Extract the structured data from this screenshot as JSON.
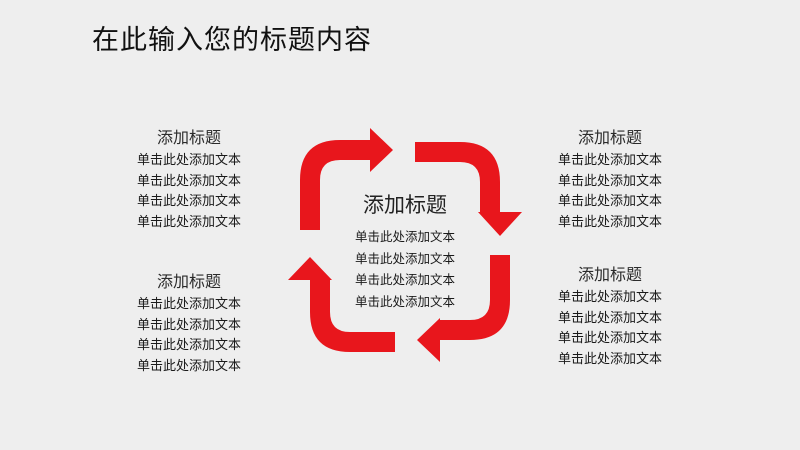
{
  "slide": {
    "title": "在此输入您的标题内容"
  },
  "blocks": {
    "top_left": {
      "heading": "添加标题",
      "lines": [
        "单击此处添加文本",
        "单击此处添加文本",
        "单击此处添加文本",
        "单击此处添加文本"
      ]
    },
    "bottom_left": {
      "heading": "添加标题",
      "lines": [
        "单击此处添加文本",
        "单击此处添加文本",
        "单击此处添加文本",
        "单击此处添加文本"
      ]
    },
    "top_right": {
      "heading": "添加标题",
      "lines": [
        "单击此处添加文本",
        "单击此处添加文本",
        "单击此处添加文本",
        "单击此处添加文本"
      ]
    },
    "bottom_right": {
      "heading": "添加标题",
      "lines": [
        "单击此处添加文本",
        "单击此处添加文本",
        "单击此处添加文本",
        "单击此处添加文本"
      ]
    },
    "center": {
      "heading": "添加标题",
      "lines": [
        "单击此处添加文本",
        "单击此处添加文本",
        "单击此处添加文本",
        "单击此处添加文本"
      ]
    }
  },
  "colors": {
    "arrow": "#e8161c",
    "background": "#eeeeee"
  }
}
